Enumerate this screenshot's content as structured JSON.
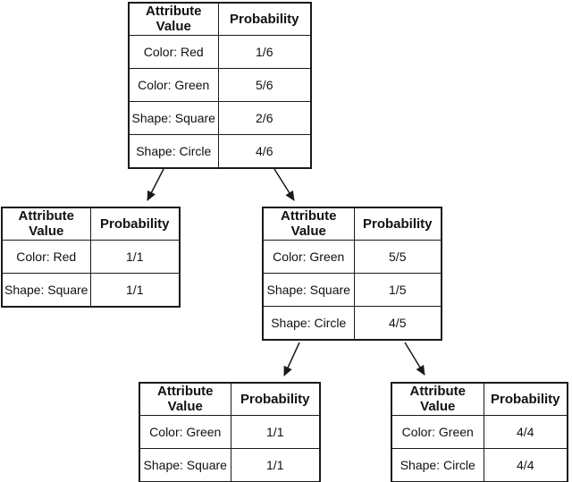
{
  "diagram": {
    "kind": "decision-tree-of-probability-tables",
    "colors": {
      "border": "#1a1a1a",
      "background": "#ffffff",
      "text": "#111111"
    }
  },
  "tables": [
    {
      "id": "root",
      "header": {
        "attribute": "Attribute Value",
        "probability": "Probability"
      },
      "rows": [
        {
          "attribute": "Color: Red",
          "probability": "1/6"
        },
        {
          "attribute": "Color: Green",
          "probability": "5/6"
        },
        {
          "attribute": "Shape: Square",
          "probability": "2/6"
        },
        {
          "attribute": "Shape: Circle",
          "probability": "4/6"
        }
      ]
    },
    {
      "id": "branch-left",
      "header": {
        "attribute": "Attribute Value",
        "probability": "Probability"
      },
      "rows": [
        {
          "attribute": "Color: Red",
          "probability": "1/1"
        },
        {
          "attribute": "Shape: Square",
          "probability": "1/1"
        }
      ]
    },
    {
      "id": "branch-right",
      "header": {
        "attribute": "Attribute Value",
        "probability": "Probability"
      },
      "rows": [
        {
          "attribute": "Color: Green",
          "probability": "5/5"
        },
        {
          "attribute": "Shape: Square",
          "probability": "1/5"
        },
        {
          "attribute": "Shape: Circle",
          "probability": "4/5"
        }
      ]
    },
    {
      "id": "leaf-left",
      "header": {
        "attribute": "Attribute Value",
        "probability": "Probability"
      },
      "rows": [
        {
          "attribute": "Color: Green",
          "probability": "1/1"
        },
        {
          "attribute": "Shape: Square",
          "probability": "1/1"
        }
      ]
    },
    {
      "id": "leaf-right",
      "header": {
        "attribute": "Attribute Value",
        "probability": "Probability"
      },
      "rows": [
        {
          "attribute": "Color: Green",
          "probability": "4/4"
        },
        {
          "attribute": "Shape: Circle",
          "probability": "4/4"
        }
      ]
    }
  ],
  "edges": [
    {
      "from": "root",
      "to": "branch-left"
    },
    {
      "from": "root",
      "to": "branch-right"
    },
    {
      "from": "branch-right",
      "to": "leaf-left"
    },
    {
      "from": "branch-right",
      "to": "leaf-right"
    }
  ]
}
